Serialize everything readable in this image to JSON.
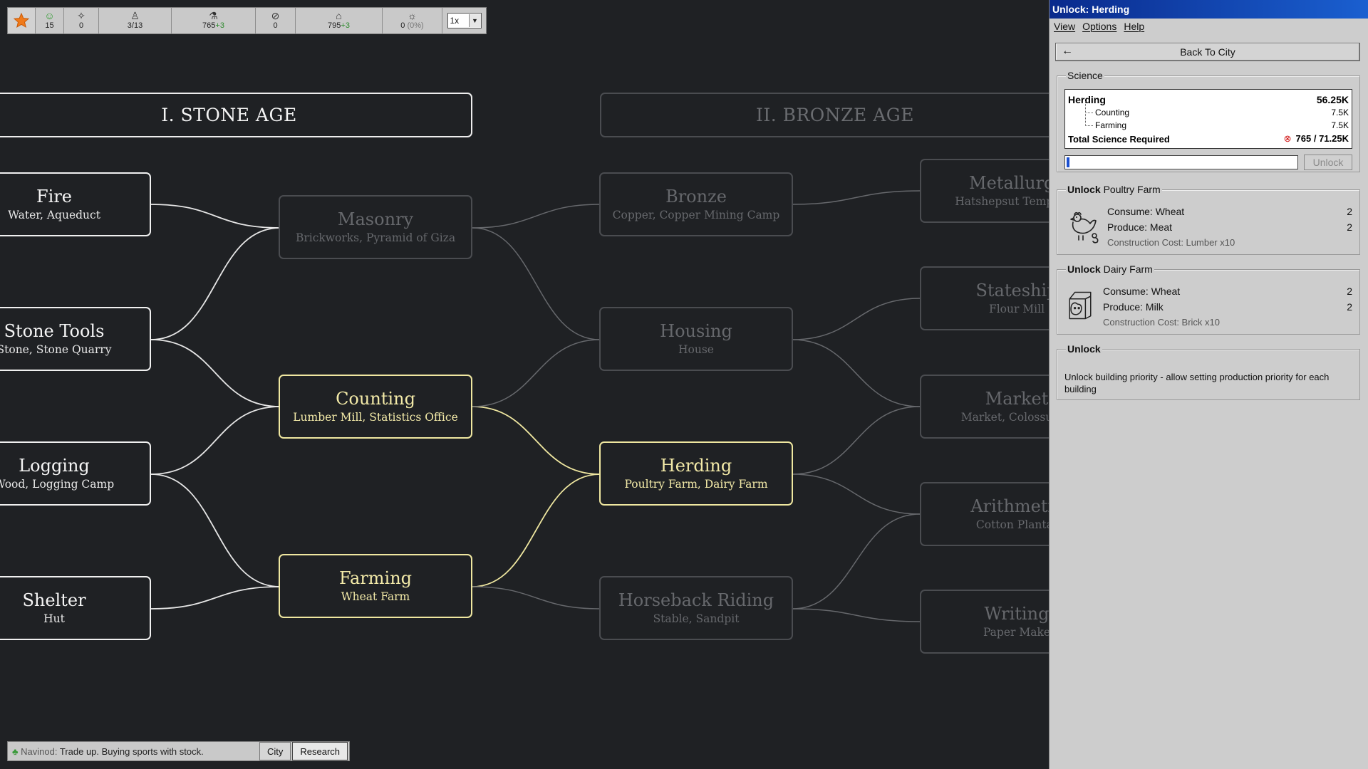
{
  "topbar": {
    "happiness": "15",
    "unrest": "0",
    "population": "3/13",
    "science": "765",
    "science_rate": "+3",
    "unemployed": "0",
    "gold": "795",
    "gold_rate": "+3",
    "power": "0",
    "power_pct": "(0%)",
    "speed": "1x"
  },
  "tree": {
    "ages": [
      {
        "label": "I.  STONE AGE",
        "state": "active"
      },
      {
        "label": "II.  BRONZE AGE",
        "state": "dim"
      }
    ],
    "nodes": {
      "fire": {
        "title": "Fire",
        "sub": "Water, Aqueduct"
      },
      "stone_tools": {
        "title": "Stone Tools",
        "sub": "Stone, Stone Quarry"
      },
      "logging": {
        "title": "Logging",
        "sub": "Wood, Logging Camp"
      },
      "shelter": {
        "title": "Shelter",
        "sub": "Hut"
      },
      "masonry": {
        "title": "Masonry",
        "sub": "Brickworks, Pyramid of Giza"
      },
      "counting": {
        "title": "Counting",
        "sub": "Lumber Mill, Statistics Office"
      },
      "farming": {
        "title": "Farming",
        "sub": "Wheat Farm"
      },
      "bronze": {
        "title": "Bronze",
        "sub": "Copper, Copper Mining Camp"
      },
      "housing": {
        "title": "Housing",
        "sub": "House"
      },
      "herding": {
        "title": "Herding",
        "sub": "Poultry Farm, Dairy Farm"
      },
      "horseback": {
        "title": "Horseback Riding",
        "sub": "Stable, Sandpit"
      },
      "metallurgy": {
        "title": "Metallurgy",
        "sub": "Hatshepsut Temple, B"
      },
      "statesmanship": {
        "title": "Stateship",
        "sub": "Flour Mill"
      },
      "market": {
        "title": "Market",
        "sub": "Market, Colossus of"
      },
      "arithmetic": {
        "title": "Arithmetic",
        "sub": "Cotton Plantat"
      },
      "writing": {
        "title": "Writing",
        "sub": "Paper Make"
      }
    }
  },
  "ticker": {
    "speaker": "Navinod:",
    "message": "Trade up. Buying sports with stock.",
    "city_label": "City",
    "research_label": "Research"
  },
  "panel": {
    "title": "Unlock: Herding",
    "menu": [
      "View",
      "Options",
      "Help"
    ],
    "back_label": "Back To City",
    "science": {
      "group_label": "Science",
      "tech_name": "Herding",
      "tech_cost": "56.25K",
      "prereqs": [
        {
          "name": "Counting",
          "cost": "7.5K"
        },
        {
          "name": "Farming",
          "cost": "7.5K"
        }
      ],
      "total_label": "Total Science Required",
      "total_value": "765 / 71.25K",
      "progress_fraction": 0.011,
      "unlock_label": "Unlock"
    },
    "unlocks": [
      {
        "prefix": "Unlock",
        "building": "Poultry Farm",
        "icon": "chicken-icon",
        "consume_label": "Consume: Wheat",
        "consume_qty": "2",
        "produce_label": "Produce: Meat",
        "produce_qty": "2",
        "cost": "Construction Cost: Lumber x10"
      },
      {
        "prefix": "Unlock",
        "building": "Dairy Farm",
        "icon": "milk-carton-icon",
        "consume_label": "Consume: Wheat",
        "consume_qty": "2",
        "produce_label": "Produce: Milk",
        "produce_qty": "2",
        "cost": "Construction Cost: Brick x10"
      }
    ],
    "feature": {
      "title": "Unlock",
      "text": "Unlock building priority - allow setting production priority for each building"
    }
  },
  "colors": {
    "background": "#1f2124",
    "researched": "#f0f0f0",
    "available": "#efe7a0",
    "locked": "#4a4c50",
    "titlebar": "#0a2a8c",
    "panel": "#cdcdcd"
  }
}
